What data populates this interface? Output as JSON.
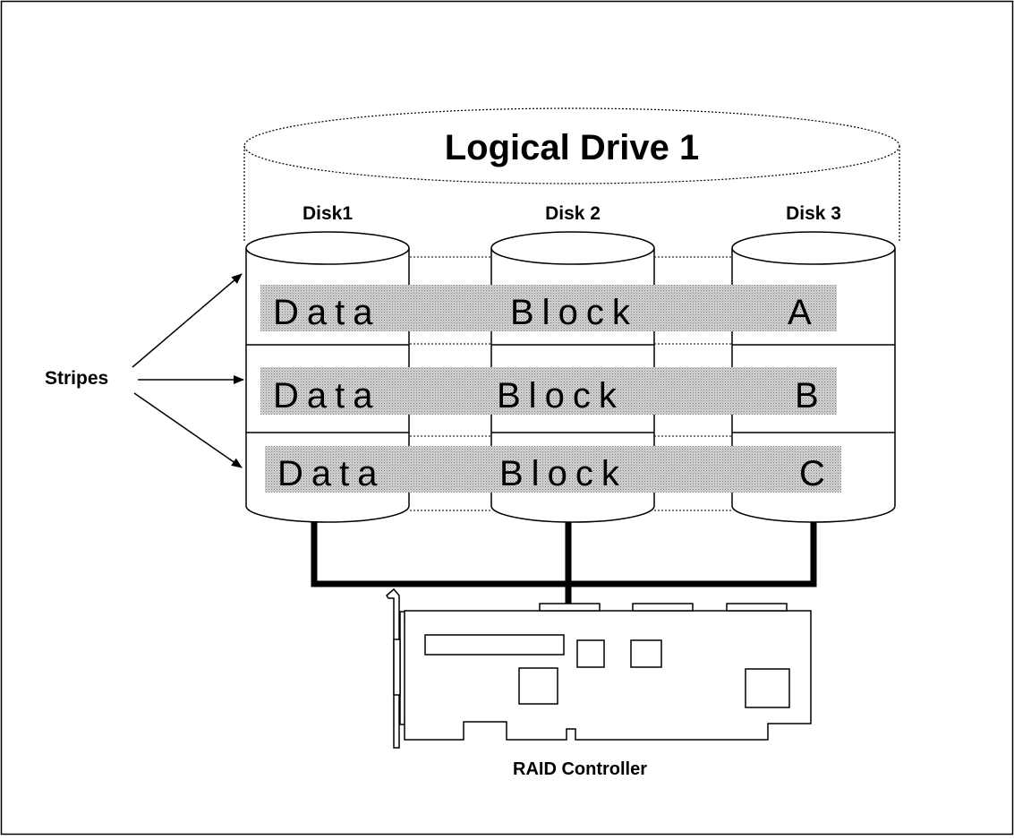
{
  "diagram": {
    "title": "Logical Drive 1",
    "disks": [
      "Disk1",
      "Disk 2",
      "Disk 3"
    ],
    "stripes_label": "Stripes",
    "controller_label": "RAID Controller",
    "stripes": [
      {
        "word1": "Data",
        "word2": "Block",
        "letter": "A"
      },
      {
        "word1": "Data",
        "word2": "Block",
        "letter": "B"
      },
      {
        "word1": "Data",
        "word2": "Block",
        "letter": "C"
      }
    ]
  }
}
